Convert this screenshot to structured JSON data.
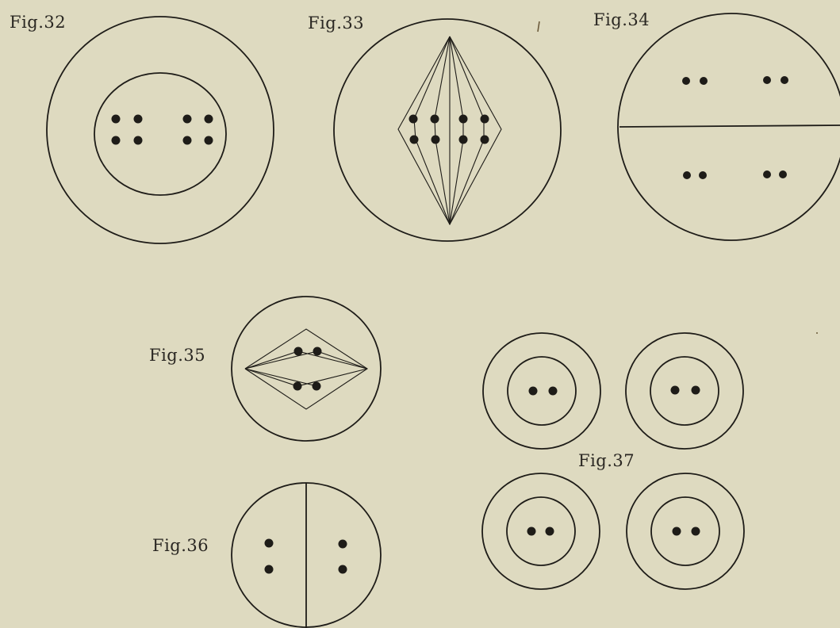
{
  "plate": {
    "background_color": "#dedac0",
    "ink_color": "#1e1c18"
  },
  "figures": {
    "fig32": {
      "label": "Fig.32"
    },
    "fig33": {
      "label": "Fig.33"
    },
    "fig34": {
      "label": "Fig.34"
    },
    "fig35": {
      "label": "Fig.35"
    },
    "fig36": {
      "label": "Fig.36"
    },
    "fig37": {
      "label": "Fig.37"
    }
  }
}
